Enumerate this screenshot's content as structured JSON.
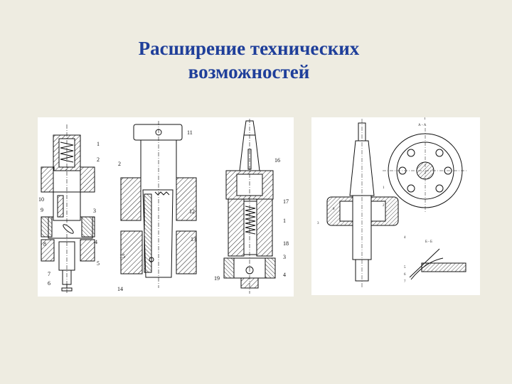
{
  "slide": {
    "title_line1": "Расширение технических",
    "title_line2": "возможностей",
    "title_color": "#1f3f9a",
    "background": "#eeece1"
  },
  "figure_left": {
    "callouts": [
      "1",
      "2",
      "3",
      "4",
      "5",
      "6",
      "7",
      "8",
      "9",
      "10",
      "11",
      "2",
      "12",
      "13",
      "15",
      "14",
      "16",
      "17",
      "1",
      "18",
      "3",
      "19",
      "4"
    ]
  },
  "figure_right": {
    "section_label": "А - А",
    "section_label2": "Б - Б",
    "callouts": [
      "1",
      "2",
      "3",
      "4",
      "5",
      "6",
      "7",
      "8"
    ]
  }
}
